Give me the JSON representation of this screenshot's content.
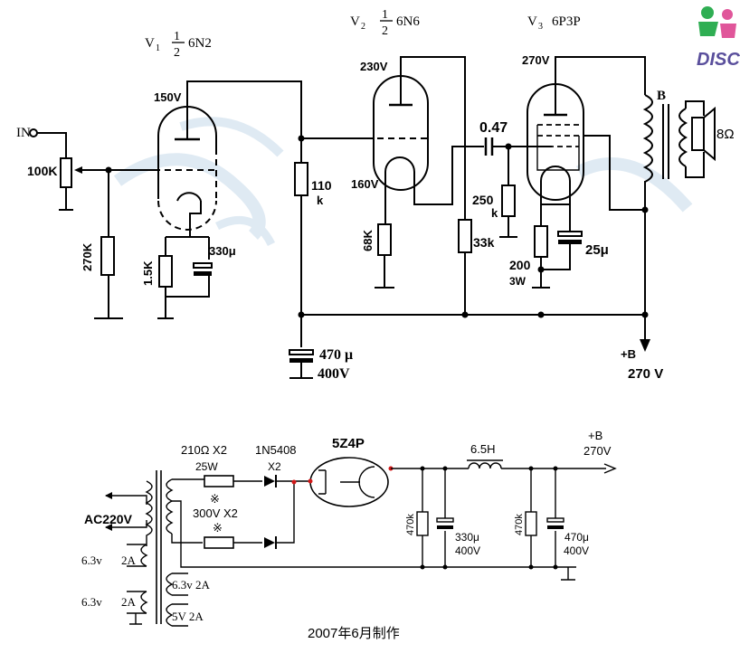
{
  "labels": {
    "input": "IN",
    "v1": "V",
    "v1_sub": "1",
    "v1_num": "1",
    "v1_den": "2",
    "v1_type": "6N2",
    "v2": "V",
    "v2_sub": "2",
    "v2_num": "1",
    "v2_den": "2",
    "v2_type": "6N6",
    "v3": "V",
    "v3_sub": "3",
    "v3_type": "6P3P",
    "v1_plate_voltage": "150V",
    "v2_plate_voltage": "230V",
    "v3_plate_voltage": "270V",
    "v2_cathode_voltage": "160V",
    "pot": "100K",
    "r_grid": "270K",
    "r_k1": "1.5K",
    "c_k1": "330μ",
    "r_load1a": "110",
    "r_load1b": "k",
    "r_k2": "68K",
    "r_33k": "33k",
    "c_couple": "0.47",
    "r_250a": "250",
    "r_250b": "k",
    "r_k3a": "200",
    "r_k3b": "3W",
    "c_k3": "25μ",
    "transformer": "B",
    "speaker": "8Ω",
    "c_filter_a": "470 μ",
    "c_filter_b": "400V",
    "b_plus": "+B",
    "b_plus_v": "270 V",
    "rect_tube": "5Z4P",
    "series_r": "210Ω X2",
    "series_r_w": "25W",
    "diode": "1N5408",
    "diode_x2": "X2",
    "mark1": "※",
    "mark2": "※",
    "vrating": "300V X2",
    "ac_in": "AC220V",
    "h1": "6.3v",
    "h1a": "2A",
    "h2": "6.3v",
    "h2a": "2A",
    "h3": "6.3v 2A",
    "h4": "5V  2A",
    "choke": "6.5H",
    "ps_bplus": "+B",
    "ps_bplus_v": "270V",
    "r470k_a": "470k",
    "c330_a": "330μ",
    "c330_b": "400V",
    "r470k_b": "470k",
    "c470_a": "470μ",
    "c470_b": "400V",
    "footer": "2007年6月制作",
    "logo": "DISC"
  },
  "colors": {
    "wire": "#000000",
    "background": "#ffffff",
    "watermark": "#dce8f2",
    "logo_green": "#2fae53",
    "logo_pink": "#e0569a",
    "logo_text": "#5a4f9c",
    "node_red": "#d21818"
  }
}
